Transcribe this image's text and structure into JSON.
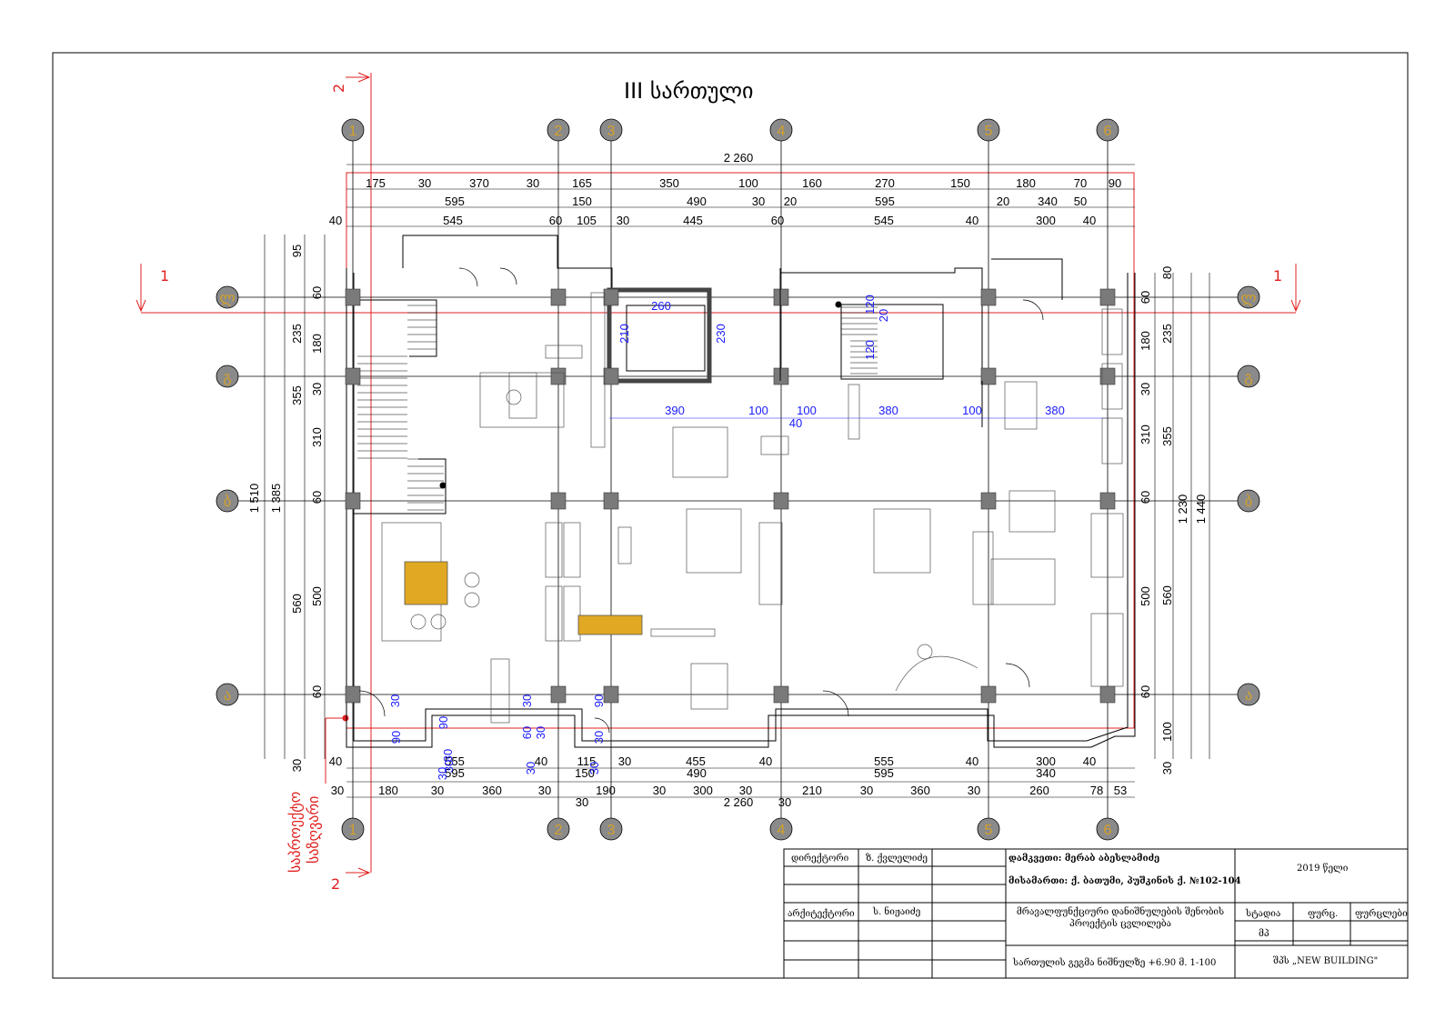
{
  "title": "III სართული",
  "axes_vertical": [
    "1",
    "2",
    "3",
    "4",
    "5",
    "6"
  ],
  "axes_horizontal": [
    "ლ",
    "გ",
    "ბ",
    "ა"
  ],
  "colors": {
    "axis_bubble": "#8a8a8a",
    "axis_label": "#d4a02a",
    "section_red": "#e02020",
    "dim_blue": "#1a1aff",
    "furniture_yellow": "#e0a823"
  },
  "sections": {
    "cut1_left": "1",
    "cut1_right": "1",
    "cut2_top": "2",
    "cut2_bottom": "2",
    "note_line1": "საპროექტო",
    "note_line2": "საზღვარი"
  },
  "dims_top": {
    "total": "2 260",
    "row1": [
      "175",
      "30",
      "370",
      "30",
      "165",
      "350",
      "100",
      "160",
      "270",
      "150",
      "180",
      "70",
      "90"
    ],
    "row2": [
      "595",
      "150",
      "490",
      "30",
      "20",
      "595",
      "20",
      "340",
      "50"
    ],
    "row3": [
      "40",
      "545",
      "60",
      "105",
      "30",
      "445",
      "60",
      "545",
      "40",
      "300",
      "40"
    ]
  },
  "dims_bottom": {
    "row1": [
      "40",
      "555",
      "40",
      "115",
      "30",
      "455",
      "40",
      "555",
      "40",
      "300",
      "40"
    ],
    "row2": [
      "595",
      "150",
      "490",
      "595",
      "340"
    ],
    "row3": [
      "30",
      "180",
      "30",
      "360",
      "30",
      "190",
      "30",
      "300",
      "30",
      "210",
      "30",
      "360",
      "30",
      "260",
      "78",
      "53"
    ],
    "extra": [
      "30",
      "30"
    ],
    "total": "2 260"
  },
  "dims_left": {
    "outer": [
      "1 510",
      "1 385"
    ],
    "mid": [
      "95",
      "235",
      "355",
      "560",
      "30"
    ],
    "inner": [
      "60",
      "180",
      "30",
      "310",
      "60",
      "500",
      "60"
    ]
  },
  "dims_right": {
    "outer": [
      "1 230",
      "1 440"
    ],
    "mid": [
      "80",
      "235",
      "355",
      "560",
      "100",
      "30"
    ],
    "inner": [
      "60",
      "180",
      "30",
      "310",
      "60",
      "500",
      "60"
    ]
  },
  "dims_blue": {
    "lift": [
      "260",
      "210",
      "230"
    ],
    "stair": [
      "120",
      "20",
      "120"
    ],
    "row": [
      "390",
      "100",
      "100",
      "40",
      "380",
      "100",
      "380"
    ],
    "bottom": [
      "30",
      "90",
      "90",
      "30",
      "30",
      "30",
      "60",
      "30",
      "30",
      "90",
      "30",
      "30",
      "30"
    ]
  },
  "title_block": {
    "director_label": "დირექტორი",
    "director_name": "ზ. ქვლელიძე",
    "architect_label": "არქიტექტორი",
    "architect_name": "ს. ნიჟაიძე",
    "client": "დამკვეთი: მერაბ აბესლამიძე",
    "address": "მისამართი: ქ. ბათუმი, პუშკინის ქ. №102-104",
    "project": "მრავალფუნქციური დანიშნულების შენობის პროექტის ცვლილება",
    "sheet_desc": "სართულის გეგმა ნიშნულზე +6.90 მ. 1-100",
    "year": "2019 წელი",
    "stage_label": "სტადია",
    "stage_value": "მპ",
    "sheet_label": "ფურც.",
    "sheets_label": "ფურცლები",
    "company": "შპს „NEW BUILDING\""
  }
}
